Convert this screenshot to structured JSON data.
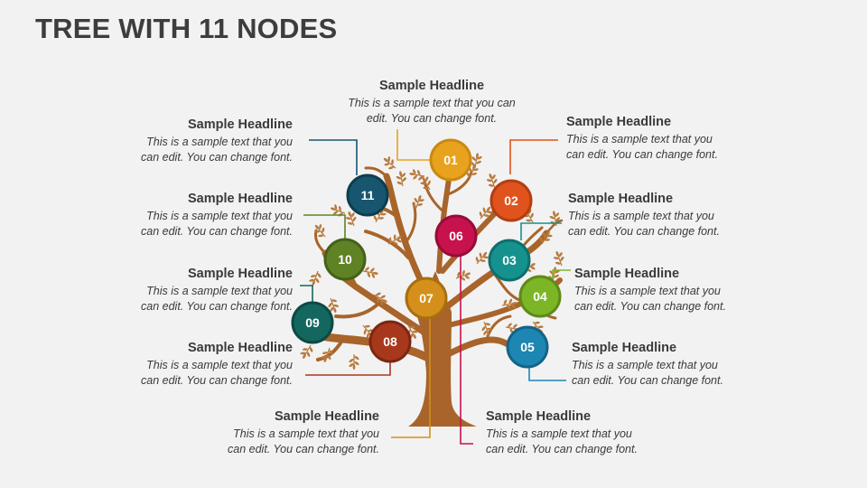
{
  "title": "TREE WITH 11 NODES",
  "nodes": [
    {
      "label": "01",
      "color": "#e9a21e",
      "ring": "#c88a12",
      "headline": "Sample Headline",
      "text": "This is a sample text that you can edit. You can change font."
    },
    {
      "label": "02",
      "color": "#e0531c",
      "ring": "#b13f12",
      "headline": "Sample Headline",
      "text": "This is a sample text that you can edit. You can change font."
    },
    {
      "label": "03",
      "color": "#16928e",
      "ring": "#0f6f6c",
      "headline": "Sample Headline",
      "text": "This is a sample text that you can edit. You can change font."
    },
    {
      "label": "04",
      "color": "#7cb526",
      "ring": "#5e8a1a",
      "headline": "Sample Headline",
      "text": "This is a sample text that you can edit. You can change font."
    },
    {
      "label": "05",
      "color": "#1d86b3",
      "ring": "#146389",
      "headline": "Sample Headline",
      "text": "This is a sample text that you can edit. You can change font."
    },
    {
      "label": "06",
      "color": "#c8124d",
      "ring": "#960c39",
      "headline": "Sample Headline",
      "text": "This is a sample text that you can edit. You can change font."
    },
    {
      "label": "07",
      "color": "#d4901a",
      "ring": "#a86e0f",
      "headline": "Sample Headline",
      "text": "This is a sample text that you can edit. You can change font."
    },
    {
      "label": "08",
      "color": "#a8381c",
      "ring": "#7c2711",
      "headline": "Sample Headline",
      "text": "This is a sample text that you can edit. You can change font."
    },
    {
      "label": "09",
      "color": "#14675f",
      "ring": "#0d4a44",
      "headline": "Sample Headline",
      "text": "This is a sample text that you can edit. You can change font."
    },
    {
      "label": "10",
      "color": "#5f8224",
      "ring": "#45601a",
      "headline": "Sample Headline",
      "text": "This is a sample text that you can edit. You can change font."
    },
    {
      "label": "11",
      "color": "#17566e",
      "ring": "#0f3d4f",
      "headline": "Sample Headline",
      "text": "This is a sample text that you can edit. You can change font."
    }
  ],
  "tree_colors": {
    "trunk": "#a8642a",
    "leaf": "#b87a3e"
  }
}
